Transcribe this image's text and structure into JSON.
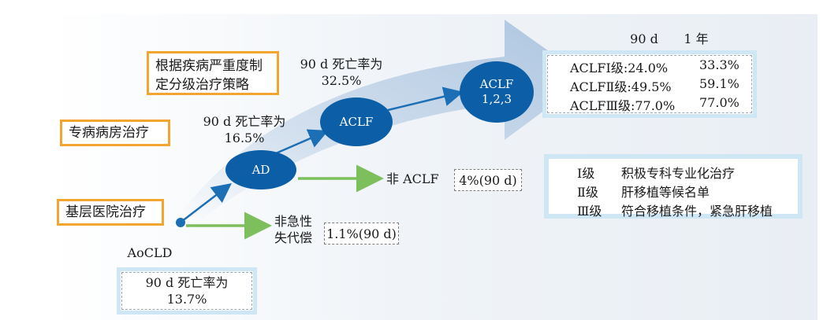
{
  "diagram": {
    "start_label": "AoCLD",
    "start_mortality": {
      "line1": "90 d 死亡率为",
      "line2": "13.7%"
    },
    "ad_label": "AD",
    "ad_mortality": {
      "line1": "90 d 死亡率为",
      "line2": "16.5%"
    },
    "aclf_label": "ACLF",
    "aclf_mortality": {
      "line1": "90 d 死亡率为",
      "line2": "32.5%"
    },
    "aclf_grade_node": {
      "line1": "ACLF",
      "line2": "1,2,3"
    },
    "non_decomp": {
      "line1": "非急性",
      "line2": "失代偿",
      "rate": "1.1%(90 d)"
    },
    "non_aclf": {
      "label": "非 ACLF",
      "rate": "4%(90 d)"
    },
    "level_labels": {
      "primary": "基层医院治疗",
      "specialty": "专病病房治疗",
      "strategy_line1": "根据疾病严重度制",
      "strategy_line2": "定分级治疗策略"
    },
    "grade_table": {
      "header_90d": "90 d",
      "header_1y": "1 年",
      "rows": [
        {
          "grade": "ACLFⅠ级",
          "d90": ":24.0%",
          "y1": "33.3%"
        },
        {
          "grade": "ACLFⅡ级",
          "d90": ":49.5%",
          "y1": "59.1%"
        },
        {
          "grade": "ACLFⅢ级",
          "d90": ":77.0%",
          "y1": "77.0%"
        }
      ]
    },
    "treatment_table": {
      "rows": [
        {
          "grade": "Ⅰ级",
          "treatment": "积极专科专业化治疗"
        },
        {
          "grade": "Ⅱ级",
          "treatment": "肝移植等候名单"
        },
        {
          "grade": "Ⅲ级",
          "treatment": "符合移植条件，紧急肝移植"
        }
      ]
    },
    "colors": {
      "node_blue": "#0c5fa6",
      "arrow_blue": "#1d6fb5",
      "green_arrow": "#7dbf5d",
      "orange_border": "#f3a531",
      "light_blue_border": "#cfe6f5"
    }
  }
}
